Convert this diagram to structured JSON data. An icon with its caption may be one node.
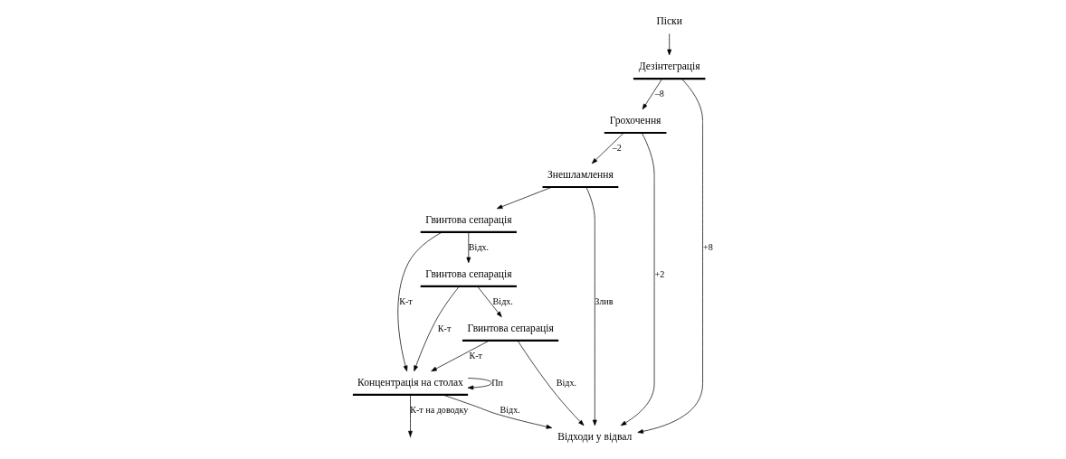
{
  "diagram": {
    "nodes": [
      {
        "text": [
          "Піски"
        ]
      },
      {
        "text": [
          "Дезінтеграція"
        ]
      },
      {
        "text": [
          "Грохочення"
        ]
      },
      {
        "text": [
          "Знешламлення"
        ]
      },
      {
        "text": [
          "Гвинтова сепарація"
        ]
      },
      {
        "text": [
          "Гвинтова сепарація"
        ]
      },
      {
        "text": [
          "Гвинтова сепарація"
        ]
      },
      {
        "text": [
          "Концентрація на столах"
        ]
      },
      {
        "text": [
          "Відходи у відвал"
        ]
      }
    ],
    "edges": [
      {
        "from": 0,
        "to": 1,
        "arrow": "to"
      },
      {
        "from": 1,
        "to": 2,
        "arrow": "to",
        "label": "–8"
      },
      {
        "from": 1,
        "to": 8,
        "arrow": "to",
        "label": "+8"
      },
      {
        "from": 2,
        "to": 3,
        "arrow": "to",
        "label": "–2"
      },
      {
        "from": 2,
        "to": 8,
        "arrow": "to",
        "label": "+2"
      },
      {
        "from": 3,
        "to": 8,
        "arrow": "to",
        "label": "Злив"
      },
      {
        "from": 3,
        "to": 4,
        "arrow": "to"
      },
      {
        "from": 4,
        "to": 5,
        "arrow": "to",
        "label": "Відх."
      },
      {
        "from": 4,
        "to": 7,
        "arrow": "to",
        "label": "К-т"
      },
      {
        "from": 5,
        "to": 6,
        "arrow": "to",
        "label": "Відх."
      },
      {
        "from": 5,
        "to": 7,
        "arrow": "to",
        "label": "К-т"
      },
      {
        "from": 6,
        "to": 8,
        "arrow": "to",
        "label": "Відх."
      },
      {
        "from": 6,
        "to": 7,
        "arrow": "to",
        "label": "К-т"
      },
      {
        "from": 7,
        "to": 8,
        "arrow": "to",
        "label": "Відх."
      },
      {
        "from": 7,
        "to": 7,
        "arrow": "to",
        "label": "Пп"
      },
      {
        "from": 7,
        "to": null,
        "arrow": "to",
        "label": "К-т на доводку"
      }
    ]
  }
}
